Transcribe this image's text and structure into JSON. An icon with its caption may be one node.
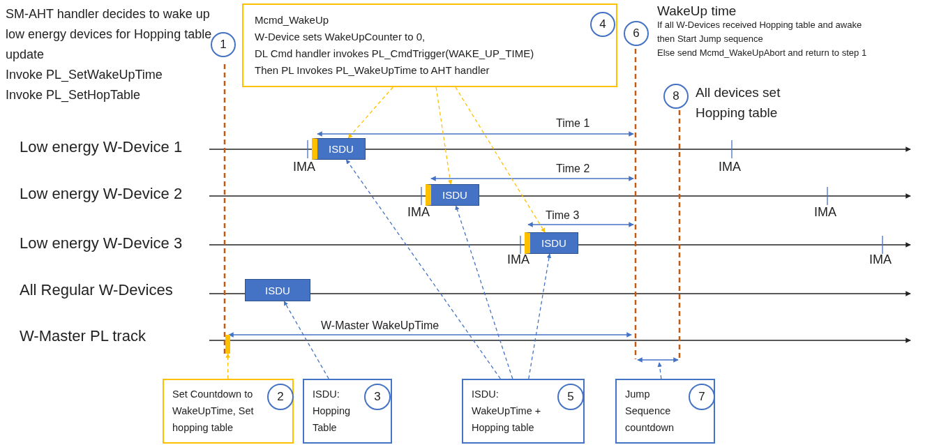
{
  "diagram": {
    "nodes": [
      {
        "text": [
          "1"
        ],
        "beside": [
          "SM-AHT handler decides to wake up low energy devices for Hopping table update",
          "Invoke PL_SetWakeUpTime",
          "Invoke PL_SetHopTable"
        ]
      },
      {
        "text": [
          "Mcmd_WakeUp",
          "W-Device sets WakeUpCounter to 0,",
          "DL Cmd handler invokes PL_CmdTrigger(WAKE_UP_TIME)",
          "Then PL Invokes PL_WakeUpTime to AHT handler"
        ]
      },
      {
        "text": [
          "4"
        ],
        "in": 1
      },
      {
        "text": [
          "6"
        ],
        "beside": [
          "WakeUp time",
          "If all W-Devices received Hopping table and awake",
          "then Start Jump sequence",
          "Else send Mcmd_WakeUpAbort and return to step 1"
        ]
      },
      {
        "text": [
          "8"
        ],
        "beside": [
          "All devices set Hopping table"
        ]
      },
      {
        "text": [
          "ISDU"
        ]
      },
      {
        "text": [
          "ISDU"
        ]
      },
      {
        "text": [
          "ISDU"
        ]
      },
      {
        "text": [
          "ISDU"
        ]
      },
      {
        "text": [],
        "shape": "bar"
      },
      {
        "text": [
          "Set Countdown to WakeUpTime, Set hopping table"
        ]
      },
      {
        "text": [
          "2"
        ],
        "in": 10
      },
      {
        "text": [
          "ISDU: Hopping Table"
        ]
      },
      {
        "text": [
          "3"
        ],
        "in": 12
      },
      {
        "text": [
          "ISDU: WakeUpTime + Hopping table"
        ]
      },
      {
        "text": [
          "5"
        ],
        "in": 14
      },
      {
        "text": [
          "Jump Sequence countdown"
        ]
      },
      {
        "text": [
          "7"
        ],
        "in": 16
      }
    ],
    "edges": [
      {
        "from": 1,
        "to": 5,
        "arrow": "to",
        "style": "dashed",
        "color": "#ffc000"
      },
      {
        "from": 1,
        "to": 6,
        "arrow": "to",
        "style": "dashed",
        "color": "#ffc000"
      },
      {
        "from": 1,
        "to": 7,
        "arrow": "to",
        "style": "dashed",
        "color": "#ffc000"
      },
      {
        "from": 10,
        "to": 9,
        "arrow": "to",
        "style": "dashed",
        "color": "#ffc000"
      },
      {
        "from": 12,
        "to": 8,
        "arrow": "to",
        "style": "dashed"
      },
      {
        "from": 14,
        "to": 5,
        "arrow": "to",
        "style": "dashed"
      },
      {
        "from": 14,
        "to": 6,
        "arrow": "to",
        "style": "dashed"
      },
      {
        "from": 14,
        "to": 7,
        "arrow": "to",
        "style": "dashed"
      },
      {
        "from": 16,
        "to": null,
        "arrow": "to",
        "style": "dashed"
      }
    ],
    "labels": [
      "Time 1",
      "Low energy W-Device 1",
      "IMA",
      "IMA",
      "Time 2",
      "Low energy W-Device 2",
      "IMA",
      "IMA",
      "Time 3",
      "Low energy W-Device 3",
      "IMA",
      "IMA",
      "All Regular W-Devices",
      "W-Master WakeUpTime",
      "W-Master PL track"
    ]
  }
}
